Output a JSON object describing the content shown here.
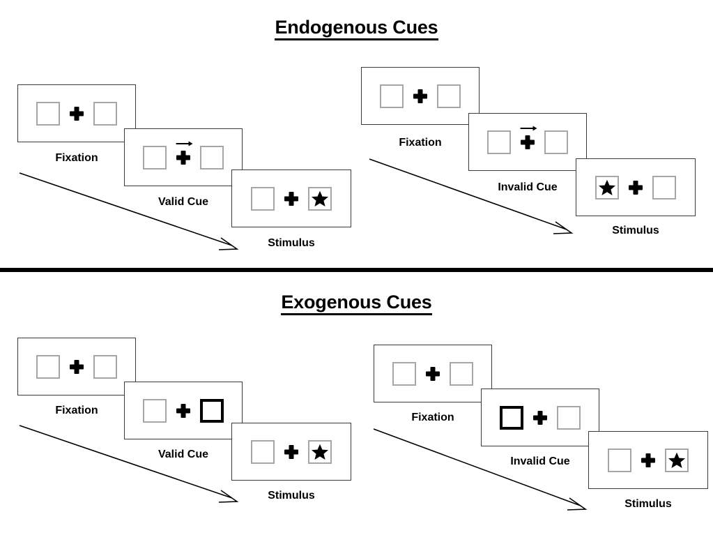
{
  "figure": {
    "title_top": "Endogenous Cues",
    "title_bottom": "Exogenous Cues"
  },
  "sections": [
    {
      "id": "endogenous",
      "title": "Endogenous Cues",
      "groups": [
        {
          "id": "endogenous-valid",
          "condition": "valid",
          "panels": [
            {
              "label": "Fixation",
              "cue": "none",
              "target": "none",
              "cue_side": "none",
              "target_side": "none"
            },
            {
              "label": "Valid Cue",
              "cue": "arrow",
              "target": "none",
              "cue_side": "right",
              "target_side": "none"
            },
            {
              "label": "Stimulus",
              "cue": "none",
              "target": "star",
              "cue_side": "none",
              "target_side": "right"
            }
          ]
        },
        {
          "id": "endogenous-invalid",
          "condition": "invalid",
          "panels": [
            {
              "label": "Fixation",
              "cue": "none",
              "target": "none",
              "cue_side": "none",
              "target_side": "none"
            },
            {
              "label": "Invalid Cue",
              "cue": "arrow",
              "target": "none",
              "cue_side": "right",
              "target_side": "none"
            },
            {
              "label": "Stimulus",
              "cue": "none",
              "target": "star",
              "cue_side": "none",
              "target_side": "left"
            }
          ]
        }
      ]
    },
    {
      "id": "exogenous",
      "title": "Exogenous Cues",
      "groups": [
        {
          "id": "exogenous-valid",
          "condition": "valid",
          "panels": [
            {
              "label": "Fixation",
              "cue": "none",
              "target": "none",
              "cue_side": "none",
              "target_side": "none"
            },
            {
              "label": "Valid Cue",
              "cue": "box",
              "target": "none",
              "cue_side": "right",
              "target_side": "none"
            },
            {
              "label": "Stimulus",
              "cue": "none",
              "target": "star",
              "cue_side": "none",
              "target_side": "right"
            }
          ]
        },
        {
          "id": "exogenous-invalid",
          "condition": "invalid",
          "panels": [
            {
              "label": "Fixation",
              "cue": "none",
              "target": "none",
              "cue_side": "none",
              "target_side": "none"
            },
            {
              "label": "Invalid Cue",
              "cue": "box",
              "target": "none",
              "cue_side": "left",
              "target_side": "none"
            },
            {
              "label": "Stimulus",
              "cue": "none",
              "target": "star",
              "cue_side": "none",
              "target_side": "right"
            }
          ]
        }
      ]
    }
  ],
  "colors": {
    "frame_border": "#3a3a3a",
    "box_border": "#a6a6a6",
    "cue_border": "#000000",
    "target_fill": "#000000",
    "divider": "#000000",
    "background": "#ffffff"
  }
}
